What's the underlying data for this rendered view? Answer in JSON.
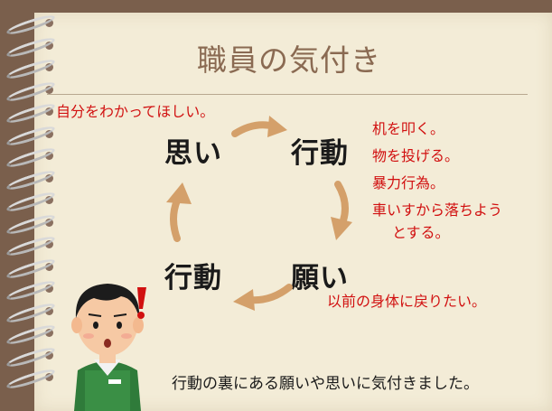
{
  "title": "職員の気付き",
  "notes": {
    "top_left": "自分をわかってほしい。",
    "right_list": [
      "机を叩く。",
      "物を投げる。",
      "暴力行為。",
      "車いすから落ちよう",
      "とする。"
    ],
    "bottom_right": "以前の身体に戻りたい。"
  },
  "nodes": {
    "top_left": "思い",
    "top_right": "行動",
    "bottom_left": "行動",
    "bottom_right": "願い"
  },
  "caption": "行動の裏にある願いや思いに気付きました。",
  "colors": {
    "background": "#7a5f4c",
    "paper": "#f3ecd7",
    "title": "#8a6a52",
    "accent_red": "#d11010",
    "arrow": "#d4a06a"
  },
  "icons": [
    "spiral-binding-icon",
    "cycle-arrow-icon",
    "staff-person-icon",
    "exclamation-icon"
  ]
}
